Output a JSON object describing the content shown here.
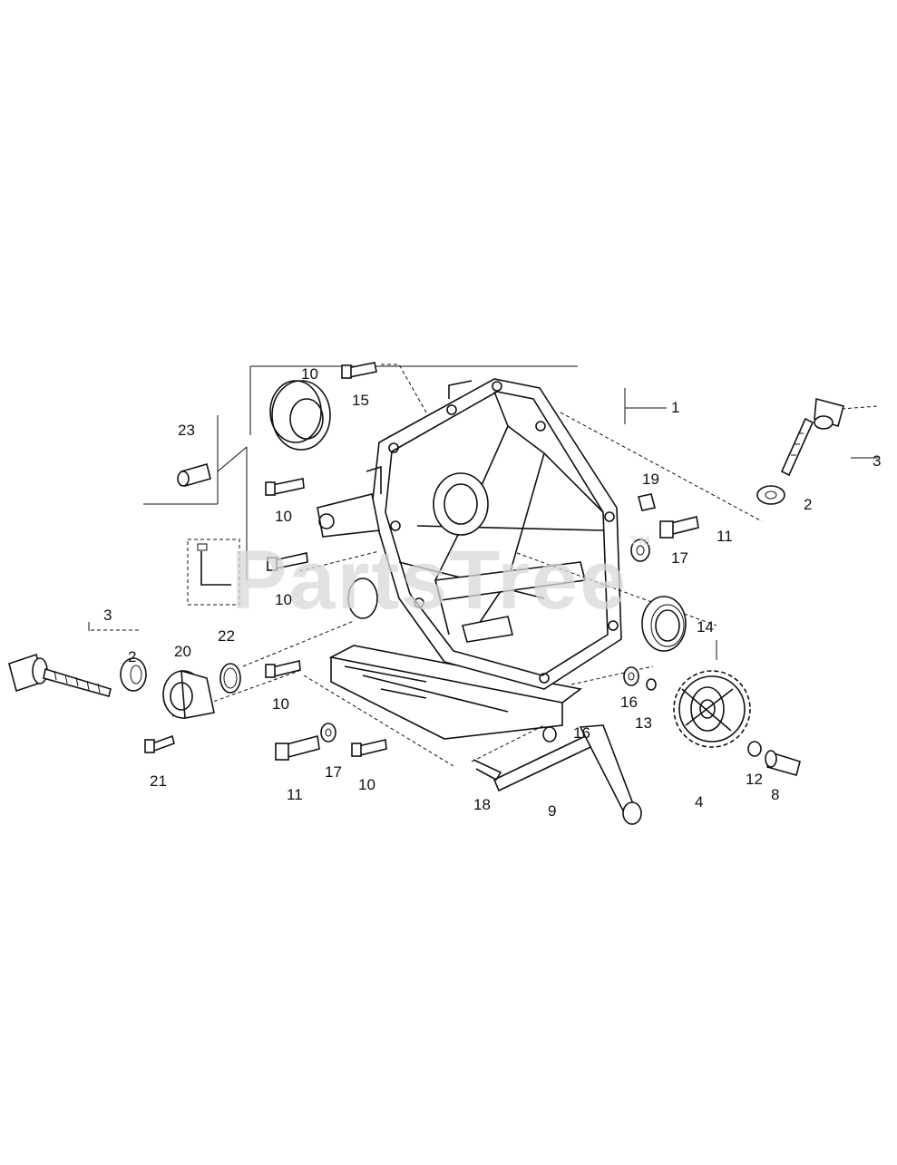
{
  "watermark": "PartsTree",
  "watermark_tm": "TM",
  "callouts": {
    "c1": "1",
    "c2a": "2",
    "c2b": "2",
    "c3a": "3",
    "c3b": "3",
    "c4": "4",
    "c8": "8",
    "c9": "9",
    "c10a": "10",
    "c10b": "10",
    "c10c": "10",
    "c10d": "10",
    "c10e": "10",
    "c11a": "11",
    "c11b": "11",
    "c12": "12",
    "c13": "13",
    "c14": "14",
    "c15": "15",
    "c16a": "16",
    "c16b": "16",
    "c17a": "17",
    "c17b": "17",
    "c18": "18",
    "c19": "19",
    "c20": "20",
    "c21": "21",
    "c22": "22",
    "c23": "23"
  }
}
